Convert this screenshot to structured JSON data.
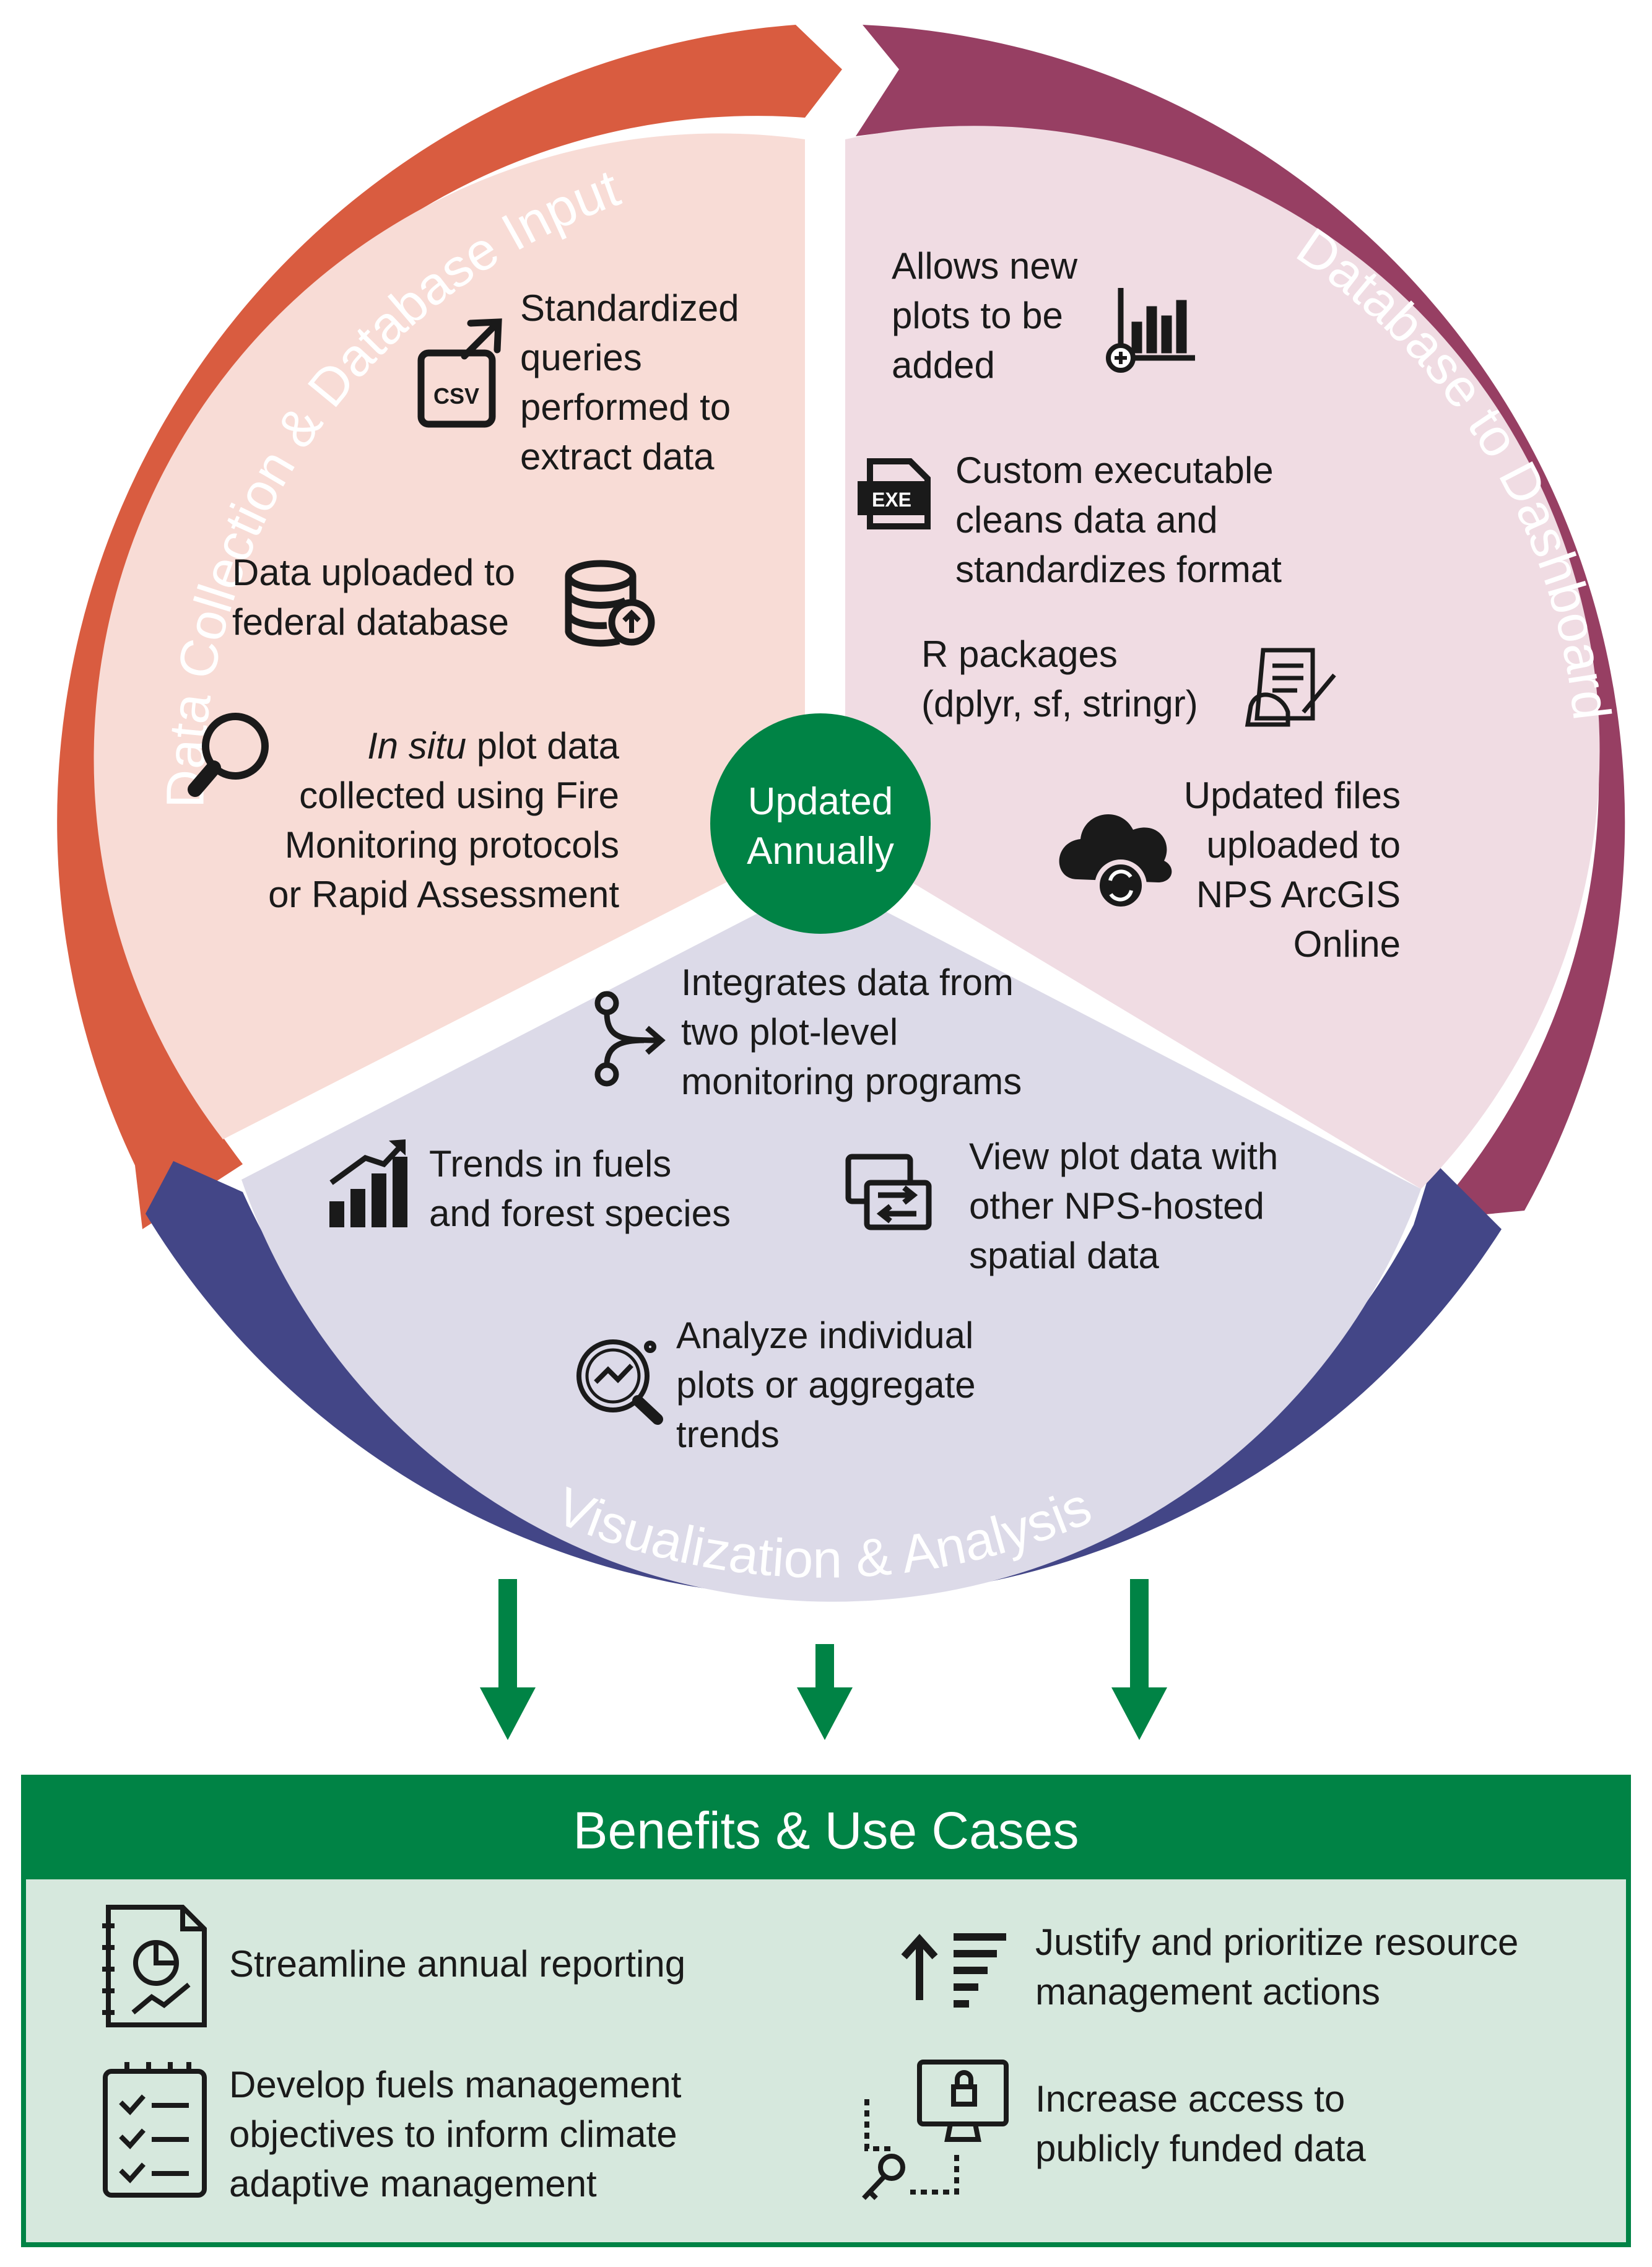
{
  "colors": {
    "orange": "#d95c40",
    "maroon": "#973f63",
    "navy": "#434687",
    "green": "#008345",
    "peach_fill": "#f8dcd6",
    "pink_fill": "#f0dce3",
    "lavender_fill": "#dcdae8",
    "benefits_fill": "#d6e8dd"
  },
  "ring_labels": {
    "left": "Data Collection & Database Input",
    "right": "Database to Dashboard",
    "bottom": "Visualization & Analysis"
  },
  "center": {
    "line1": "Updated",
    "line2": "Annually"
  },
  "left_section": {
    "item1": {
      "icon": "csv-export-icon",
      "lines": [
        "Standardized",
        "queries",
        "performed to",
        "extract data"
      ]
    },
    "item2": {
      "icon": "database-upload-icon",
      "lines": [
        "Data uploaded to",
        "federal database"
      ]
    },
    "item3": {
      "icon": "magnifier-icon",
      "line1_italic": "In situ",
      "line1_rest": " plot data",
      "lines": [
        "collected using Fire",
        "Monitoring protocols",
        "or Rapid Assessment"
      ]
    }
  },
  "right_section": {
    "item1": {
      "icon": "add-plot-chart-icon",
      "lines": [
        "Allows new",
        "plots to be",
        "added"
      ]
    },
    "item2": {
      "icon": "exe-file-icon",
      "lines": [
        "Custom executable",
        "cleans data and",
        "standardizes format"
      ]
    },
    "item3": {
      "icon": "r-script-icon",
      "lines": [
        "R packages",
        "(dplyr, sf, stringr)"
      ]
    },
    "item4": {
      "icon": "cloud-sync-icon",
      "lines": [
        "Updated files",
        "uploaded to",
        "NPS ArcGIS",
        "Online"
      ]
    }
  },
  "bottom_section": {
    "item1": {
      "icon": "merge-arrow-icon",
      "lines": [
        "Integrates data from",
        "two plot-level",
        "monitoring programs"
      ]
    },
    "item2": {
      "icon": "trend-bars-icon",
      "lines": [
        "Trends in fuels",
        "and forest species"
      ]
    },
    "item3": {
      "icon": "swap-view-icon",
      "lines": [
        "View plot data with",
        "other NPS-hosted",
        "spatial data"
      ]
    },
    "item4": {
      "icon": "analyze-magnifier-icon",
      "lines": [
        "Analyze individual",
        "plots or aggregate",
        "trends"
      ]
    }
  },
  "benefits": {
    "title": "Benefits & Use Cases",
    "item1": {
      "icon": "report-notebook-icon",
      "lines": [
        "Streamline annual reporting"
      ]
    },
    "item2": {
      "icon": "prioritize-list-icon",
      "lines": [
        "Justify and prioritize resource",
        "management actions"
      ]
    },
    "item3": {
      "icon": "checklist-icon",
      "lines": [
        "Develop fuels management",
        "objectives to inform climate",
        "adaptive management"
      ]
    },
    "item4": {
      "icon": "secure-access-icon",
      "lines": [
        "Increase access to",
        "publicly funded data"
      ]
    }
  }
}
